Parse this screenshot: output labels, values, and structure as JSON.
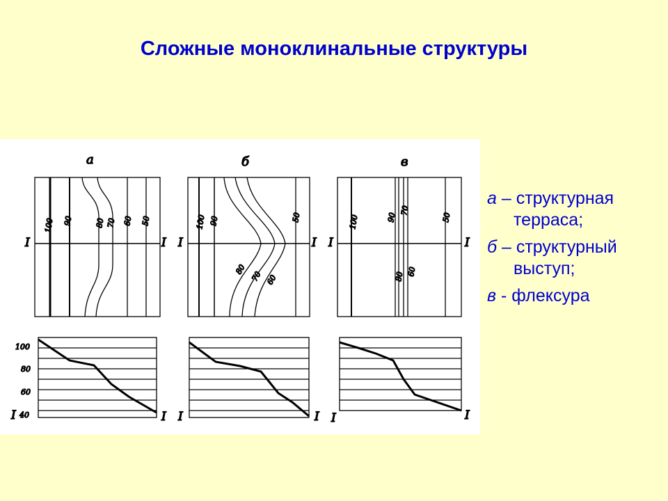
{
  "title": "Сложные моноклинальные структуры",
  "panels": [
    {
      "letter": "а",
      "map_labels": [
        "100",
        "90",
        "80",
        "70",
        "60",
        "50"
      ],
      "section_ticks": [
        "100",
        "80",
        "60",
        "40"
      ],
      "section_label_left": "I",
      "section_label_right": "I",
      "map_label_left": "I",
      "map_label_right": "I"
    },
    {
      "letter": "б",
      "map_labels": [
        "100",
        "90",
        "50",
        "80",
        "70",
        "60"
      ],
      "section_label_left": "I",
      "section_label_right": "I",
      "map_label_left": "I",
      "map_label_right": "I"
    },
    {
      "letter": "в",
      "map_labels": [
        "100",
        "90",
        "70",
        "50",
        "80",
        "60"
      ],
      "section_label_left": "I",
      "section_label_right": "I",
      "map_label_left": "I",
      "map_label_right": "I"
    }
  ],
  "legend": [
    {
      "letter": "а",
      "line1": " – структурная",
      "line2": "терраса;"
    },
    {
      "letter": "б",
      "line1": " – структурный",
      "line2": "выступ;"
    },
    {
      "letter": "в",
      "line1": " - флексура",
      "line2": ""
    }
  ]
}
